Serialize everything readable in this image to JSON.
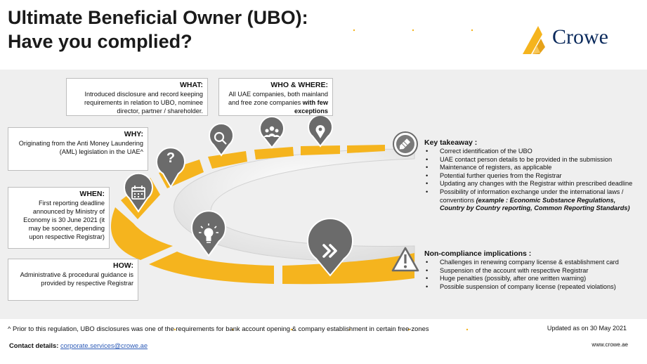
{
  "header": {
    "title_line1": "Ultimate Beneficial Owner (UBO):",
    "title_line2": "Have you complied?",
    "logo_text": "Crowe"
  },
  "boxes": {
    "what": {
      "heading": "WHAT:",
      "text": "Introduced disclosure and record keeping requirements in relation to UBO, nominee director, partner / shareholder."
    },
    "who": {
      "heading": "WHO & WHERE:",
      "text": "All UAE companies, both mainland and free zone companies ",
      "bold": "with few exceptions"
    },
    "why": {
      "heading": "WHY:",
      "text": "Originating from the Anti Money Laundering (AML) legislation in the UAE^"
    },
    "when": {
      "heading": "WHEN:",
      "text": "First reporting deadline announced by Ministry of Economy is 30 June 2021 (it may be sooner, depending upon respective Registrar)"
    },
    "how": {
      "heading": "HOW:",
      "text": "Administrative & procedural guidance is provided by respective Registrar"
    }
  },
  "key_takeaway": {
    "heading": "Key takeaway :",
    "items": [
      "Correct identification of the UBO",
      "UAE contact person details to be provided in the submission",
      "Maintenance of registers, as applicable",
      "Potential further queries from the Registrar",
      "Updating any changes with the Registrar within prescribed deadline",
      "Possibility of information exchange under the international laws / conventions "
    ],
    "item6_emphasis": "(example : Economic Substance Regulations, Country by Country reporting, Common Reporting Standards)"
  },
  "non_compliance": {
    "heading": "Non-compliance implications :",
    "items": [
      "Challenges in renewing company license & establishment card",
      "Suspension of the account with respective Registrar",
      "Huge penalties (possibly, after one written warning)",
      "Possible suspension of company license (repeated violations)"
    ]
  },
  "footer": {
    "footnote": "^ Prior to this regulation, UBO disclosures was one of the requirements for bank account opening & company establishment in certain free-zones",
    "updated": "Updated as on 30 May 2021",
    "contact_label": "Contact details:",
    "contact_email": "corporate.services@crowe.ae",
    "website": "www.crowe.ae"
  },
  "icons": [
    "question-icon",
    "search-icon",
    "people-icon",
    "location-pin-icon",
    "calendar-icon",
    "lightbulb-icon",
    "chevrons-right-icon",
    "pencil-icon",
    "warning-icon"
  ],
  "colors": {
    "accent": "#f5b41e",
    "marker": "#6b6b6b",
    "navy": "#0b2a5c",
    "band": "#efefef"
  }
}
